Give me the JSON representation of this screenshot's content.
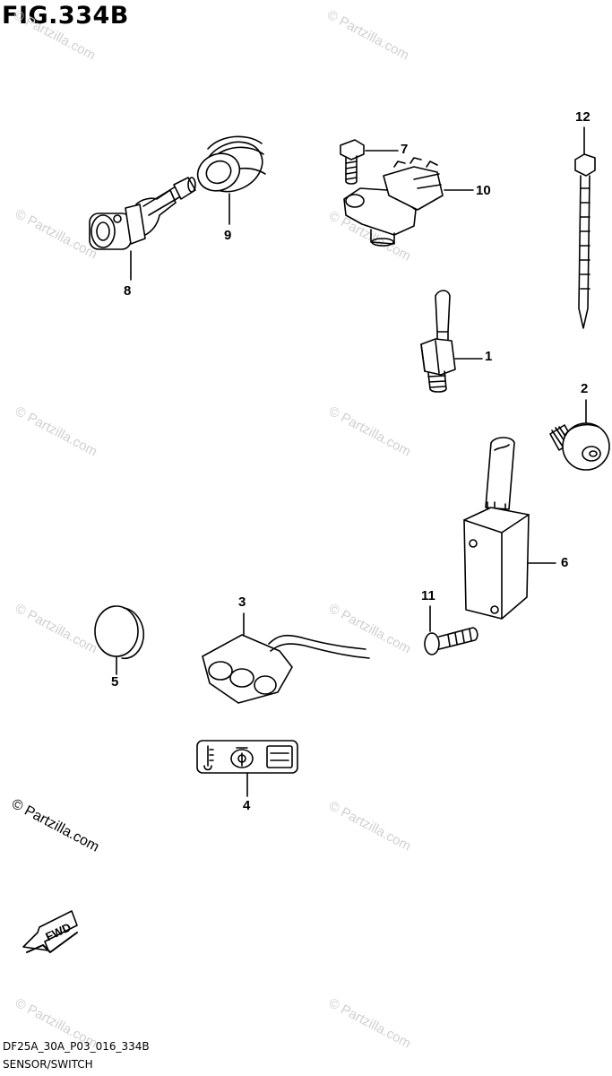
{
  "figure": {
    "title": "FIG.334B"
  },
  "watermark": {
    "text": "© Partzilla.com"
  },
  "callouts": [
    "1",
    "2",
    "3",
    "4",
    "5",
    "6",
    "7",
    "8",
    "9",
    "10",
    "11",
    "12"
  ],
  "footer": {
    "code": "DF25A_30A_P03_016_334B",
    "name": "SENSOR/SWITCH"
  },
  "fwd_label": "FWD"
}
